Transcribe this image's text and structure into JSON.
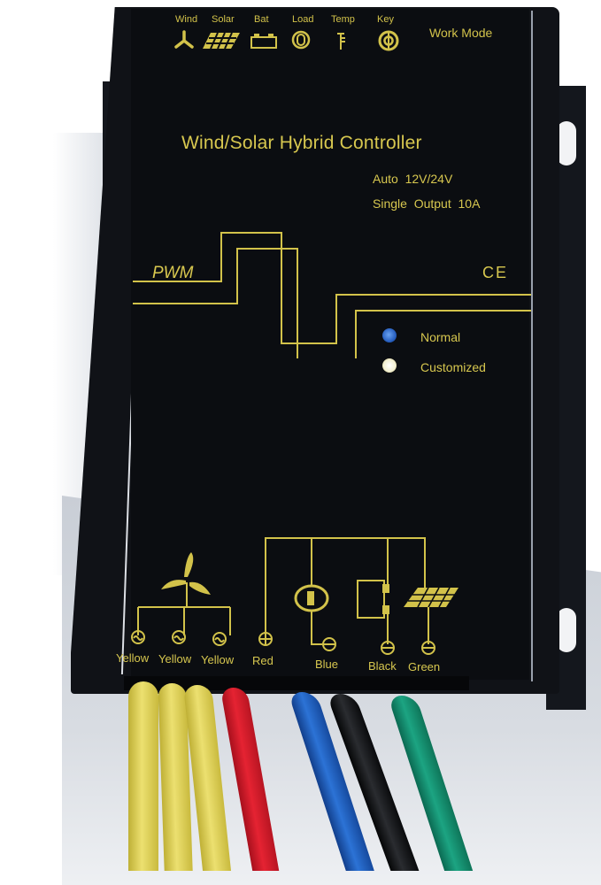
{
  "device": {
    "title": "Wind/Solar Hybrid Controller",
    "spec_voltage": "Auto  12V/24V",
    "spec_output": "Single  Output  10A",
    "pwm_label": "PWM",
    "ce_mark": "CE",
    "work_mode_label": "Work Mode"
  },
  "indicators": [
    {
      "label": "Wind",
      "icon": "wind-turbine-icon"
    },
    {
      "label": "Solar",
      "icon": "solar-panel-icon"
    },
    {
      "label": "Bat",
      "icon": "battery-icon"
    },
    {
      "label": "Load",
      "icon": "lamp-load-icon"
    },
    {
      "label": "Temp",
      "icon": "thermometer-icon"
    },
    {
      "label": "Key",
      "icon": "key-button-icon"
    }
  ],
  "modes": [
    {
      "label": "Normal",
      "led_color": "#3d7de0"
    },
    {
      "label": "Customized",
      "led_color": "#f3f1dc"
    }
  ],
  "terminals": [
    {
      "label": "Yellow",
      "symbol": "ac-wave",
      "cable_color": "#e4d34f"
    },
    {
      "label": "Yellow",
      "symbol": "ac-wave",
      "cable_color": "#e4d34f"
    },
    {
      "label": "Yellow",
      "symbol": "ac-wave",
      "cable_color": "#e4d34f"
    },
    {
      "label": "Red",
      "symbol": "plus",
      "cable_color": "#d8172a"
    },
    {
      "label": "Blue",
      "symbol": "minus",
      "cable_color": "#1e63c6"
    },
    {
      "label": "Black",
      "symbol": "minus",
      "cable_color": "#17181b"
    },
    {
      "label": "Green",
      "symbol": "minus",
      "cable_color": "#169373"
    }
  ],
  "colors": {
    "print_gold": "#d7c74f",
    "case_black": "#0b0d11"
  }
}
